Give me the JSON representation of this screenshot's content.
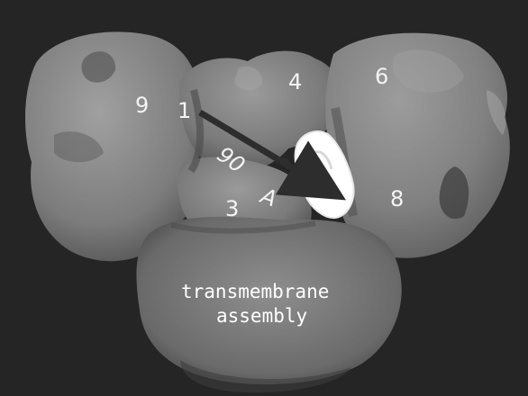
{
  "figure": {
    "domain_labels": [
      "9",
      "1",
      "4",
      "6",
      "3",
      "8"
    ],
    "angle_label": "90",
    "point_label": "A",
    "caption_line1": "transmembrane",
    "caption_line2": "assembly"
  },
  "colors": {
    "background": "#1e1e1e",
    "protein_surface": "#7a7a7a",
    "shadow": "#3c3c3c",
    "highlight": "#ffffff",
    "arrow": "#2d2d2d",
    "label_text": "#f4f4f4"
  }
}
